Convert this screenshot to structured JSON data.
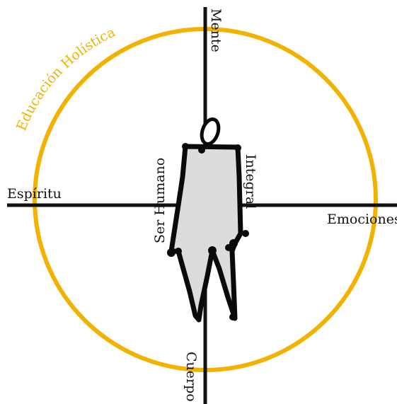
{
  "colors": {
    "ring": "#f2b200",
    "axis": "#111111",
    "figure_fill": "#dcdcdc",
    "figure_stroke": "#0a0a0a",
    "background": "#ffffff"
  },
  "ring_label": "Educación Holística",
  "axes": {
    "top": "Mente",
    "bottom": "Cuerpo",
    "left": "Espíritu",
    "right": "Emociones"
  },
  "figure_labels": {
    "left_side": "Ser Humano",
    "right_side": "Integral"
  }
}
